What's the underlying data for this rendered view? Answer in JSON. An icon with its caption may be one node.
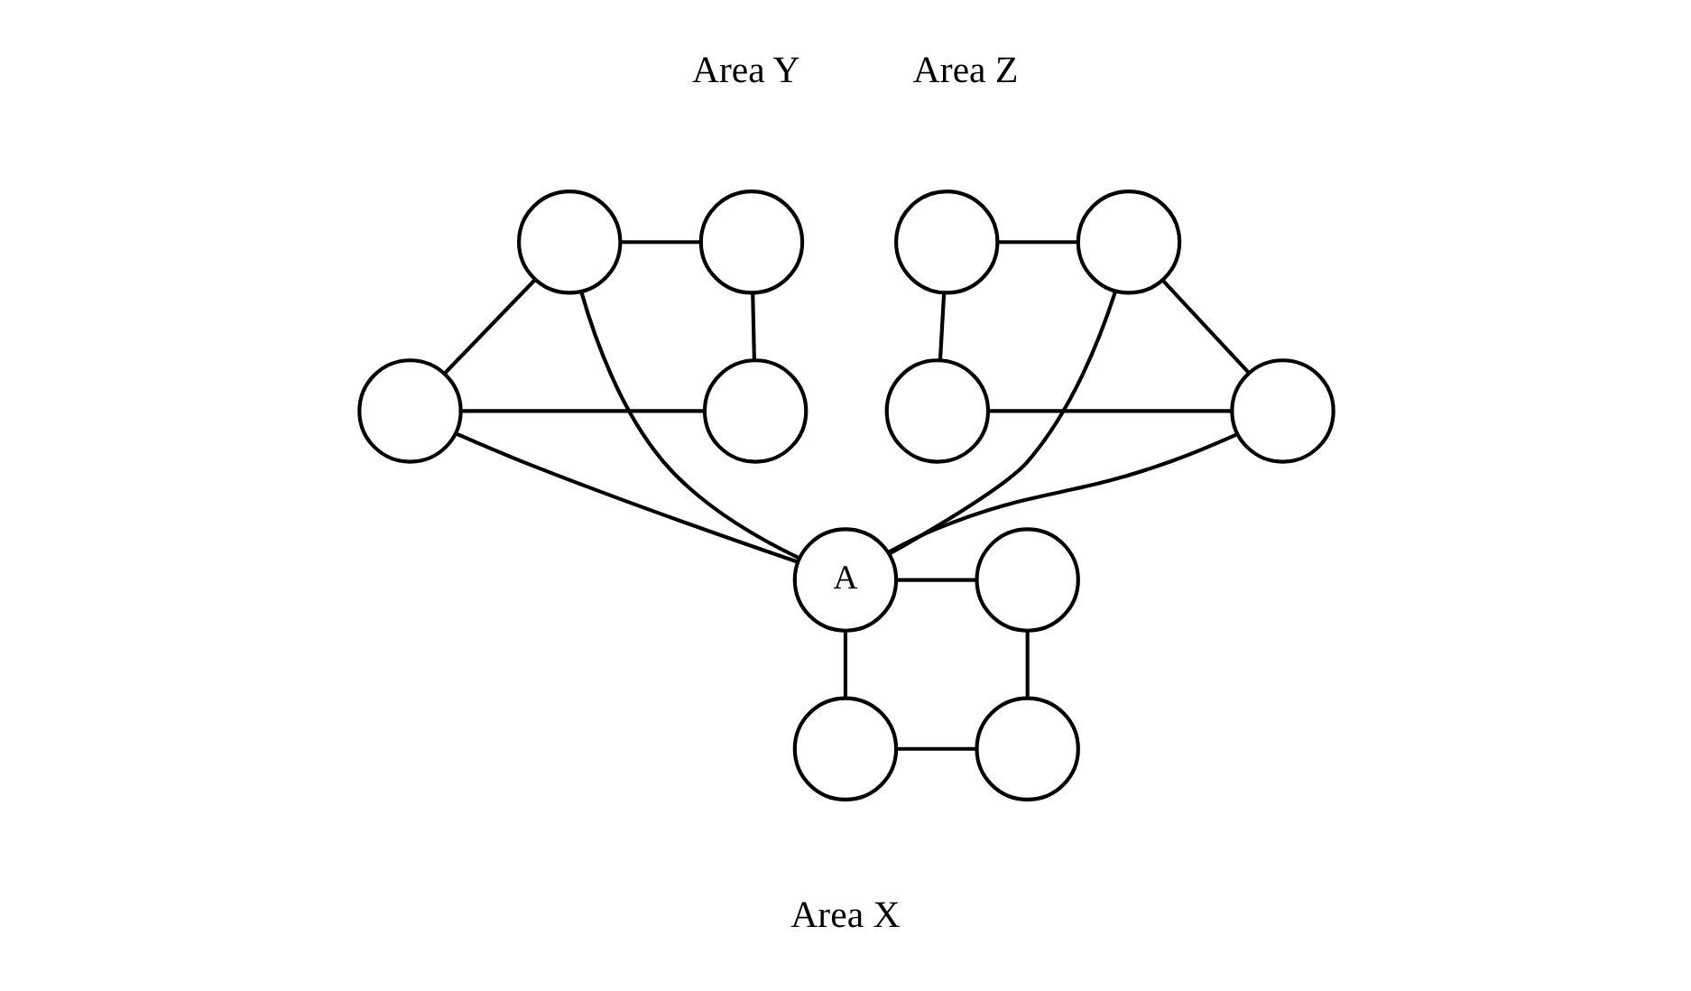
{
  "diagram": {
    "nodes": [
      {
        "text": [],
        "shape": "circle"
      },
      {
        "text": [],
        "shape": "circle"
      },
      {
        "text": [],
        "shape": "circle"
      },
      {
        "text": [],
        "shape": "circle"
      },
      {
        "text": [],
        "shape": "circle"
      },
      {
        "text": [],
        "shape": "circle"
      },
      {
        "text": [],
        "shape": "circle"
      },
      {
        "text": [],
        "shape": "circle"
      },
      {
        "text": [
          "A"
        ]
      },
      {
        "text": [],
        "shape": "circle"
      },
      {
        "text": [],
        "shape": "circle"
      },
      {
        "text": [],
        "shape": "circle"
      }
    ],
    "edges": [
      {
        "from": 0,
        "to": 1,
        "arrow": "none"
      },
      {
        "from": 0,
        "to": 2,
        "arrow": "none"
      },
      {
        "from": 1,
        "to": 3,
        "arrow": "none"
      },
      {
        "from": 2,
        "to": 3,
        "arrow": "none"
      },
      {
        "from": 4,
        "to": 5,
        "arrow": "none"
      },
      {
        "from": 4,
        "to": 6,
        "arrow": "none"
      },
      {
        "from": 5,
        "to": 7,
        "arrow": "none"
      },
      {
        "from": 6,
        "to": 7,
        "arrow": "none"
      },
      {
        "from": 1,
        "to": 8,
        "arrow": "none"
      },
      {
        "from": 3,
        "to": 8,
        "arrow": "none"
      },
      {
        "from": 4,
        "to": 8,
        "arrow": "none"
      },
      {
        "from": 6,
        "to": 8,
        "arrow": "none"
      },
      {
        "from": 8,
        "to": 9,
        "arrow": "none"
      },
      {
        "from": 8,
        "to": 10,
        "arrow": "none"
      },
      {
        "from": 9,
        "to": 11,
        "arrow": "none"
      },
      {
        "from": 10,
        "to": 11,
        "arrow": "none"
      }
    ],
    "labels": [
      "Area Z",
      "Area Y",
      "Area X"
    ]
  }
}
